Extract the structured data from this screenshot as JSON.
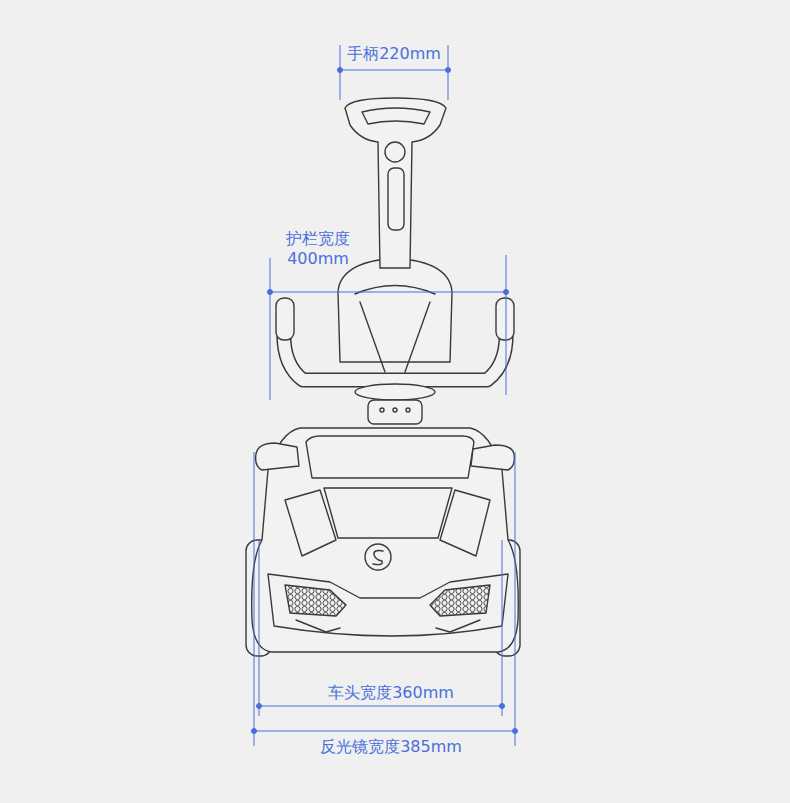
{
  "diagram": {
    "labels": [
      "手柄220mm",
      "护栏宽度 400mm",
      "车头宽度360mm",
      "反光镜宽度385mm"
    ]
  }
}
